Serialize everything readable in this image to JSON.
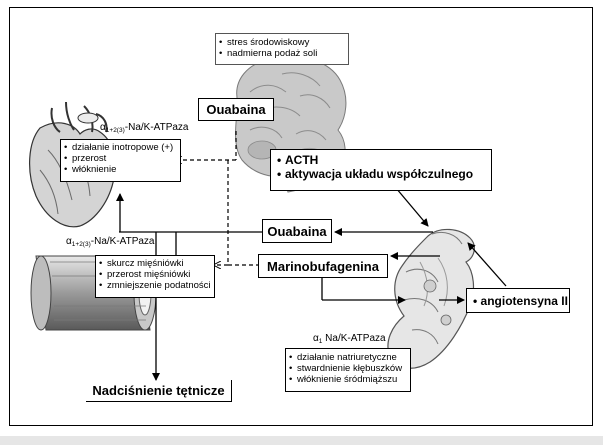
{
  "env_factors": [
    "stres środowiskowy",
    "nadmierna podaż soli"
  ],
  "nodes": {
    "ouabaina_top": "Ouabaina",
    "ouabaina_mid": "Ouabaina",
    "marinobufagenina": "Marinobufagenina",
    "angiotensyna": "angiotensyna II",
    "hypertension": "Nadciśnienie tętnicze"
  },
  "brain_effects": [
    "ACTH",
    "aktywacja układu współczulnego"
  ],
  "heart": {
    "pump_symbol": "α",
    "pump_subscript": "1+2(3)",
    "pump_name": "-Na/K-ATPaza",
    "effects": [
      "działanie inotropowe (+)",
      "przerost",
      "włóknienie"
    ]
  },
  "vessel": {
    "pump_symbol": "α",
    "pump_subscript": "1+2(3)",
    "pump_name": "-Na/K-ATPaza",
    "effects": [
      "skurcz mięśniówki",
      "przerost mięśniówki",
      "zmniejszenie podatności"
    ]
  },
  "kidney": {
    "pump_symbol": "α",
    "pump_subscript": "1",
    "pump_name": " Na/K-ATPaza",
    "effects": [
      "działanie natriuretyczne",
      "stwardnienie kłębuszków",
      "włóknienie śródmiąższu"
    ]
  }
}
